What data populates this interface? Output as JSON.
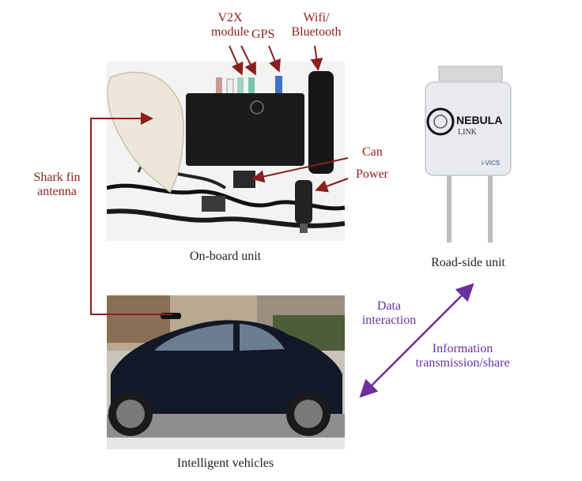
{
  "labels": {
    "v2x": "V2X\nmodule",
    "gps": "GPS",
    "wifi": "Wifi/\nBluetooth",
    "can": "Can",
    "power": "Power",
    "shark_fin": "Shark fin\nantenna",
    "data_interaction": "Data\ninteraction",
    "info_transmission": "Information\ntransmission/share"
  },
  "captions": {
    "obu": "On-board unit",
    "rsu": "Road-side unit",
    "vehicle": "Intelligent vehicles"
  },
  "rsu_brand": {
    "name": "NEBULA",
    "sub": "LINK",
    "tag": "i-VICS"
  },
  "colors": {
    "red_annotation": "#8b1e1e",
    "purple_annotation": "#6b2fa0",
    "caption_text": "#222222"
  }
}
